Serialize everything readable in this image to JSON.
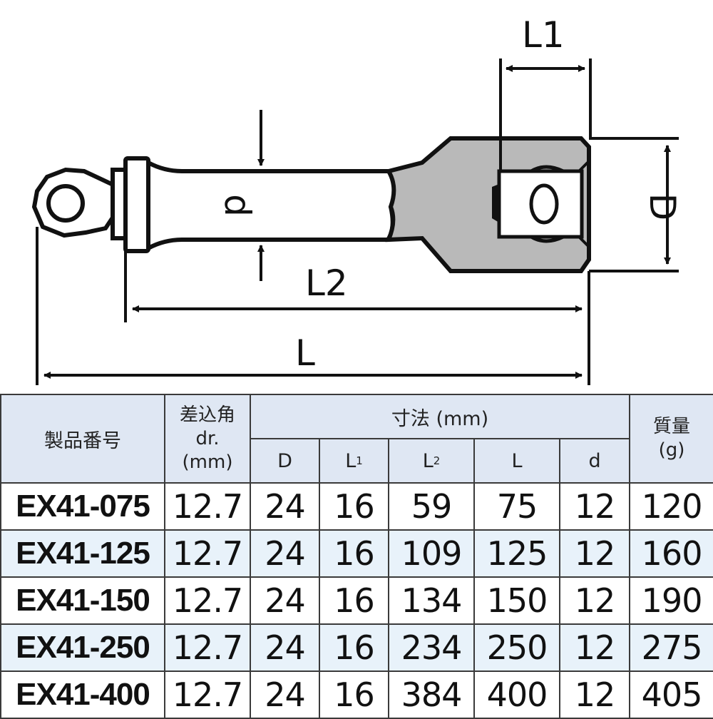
{
  "diagram": {
    "labels": {
      "L1": "L1",
      "L2": "L2",
      "L": "L",
      "D": "D",
      "d": "d"
    },
    "colors": {
      "outline": "#111111",
      "sleeve_fill": "#b9b9b9",
      "body_fill": "#ffffff"
    }
  },
  "table": {
    "headers": {
      "model": "製品番号",
      "drive_line1": "差込角",
      "drive_line2": "dr.",
      "drive_line3": "(mm)",
      "dims_group": "寸法 (mm)",
      "weight_line1": "質量",
      "weight_line2": "(g)",
      "col_D": "D",
      "col_L1_main": "L",
      "col_L1_sub": "1",
      "col_L2_main": "L",
      "col_L2_sub": "2",
      "col_L": "L",
      "col_d": "d"
    },
    "rows": [
      {
        "model": "EX41-075",
        "drive": "12.7",
        "D": "24",
        "L1": "16",
        "L2": "59",
        "L": "75",
        "d": "12",
        "weight": "120"
      },
      {
        "model": "EX41-125",
        "drive": "12.7",
        "D": "24",
        "L1": "16",
        "L2": "109",
        "L": "125",
        "d": "12",
        "weight": "160"
      },
      {
        "model": "EX41-150",
        "drive": "12.7",
        "D": "24",
        "L1": "16",
        "L2": "134",
        "L": "150",
        "d": "12",
        "weight": "190"
      },
      {
        "model": "EX41-250",
        "drive": "12.7",
        "D": "24",
        "L1": "16",
        "L2": "234",
        "L": "250",
        "d": "12",
        "weight": "275"
      },
      {
        "model": "EX41-400",
        "drive": "12.7",
        "D": "24",
        "L1": "16",
        "L2": "384",
        "L": "400",
        "d": "12",
        "weight": "405"
      }
    ]
  }
}
